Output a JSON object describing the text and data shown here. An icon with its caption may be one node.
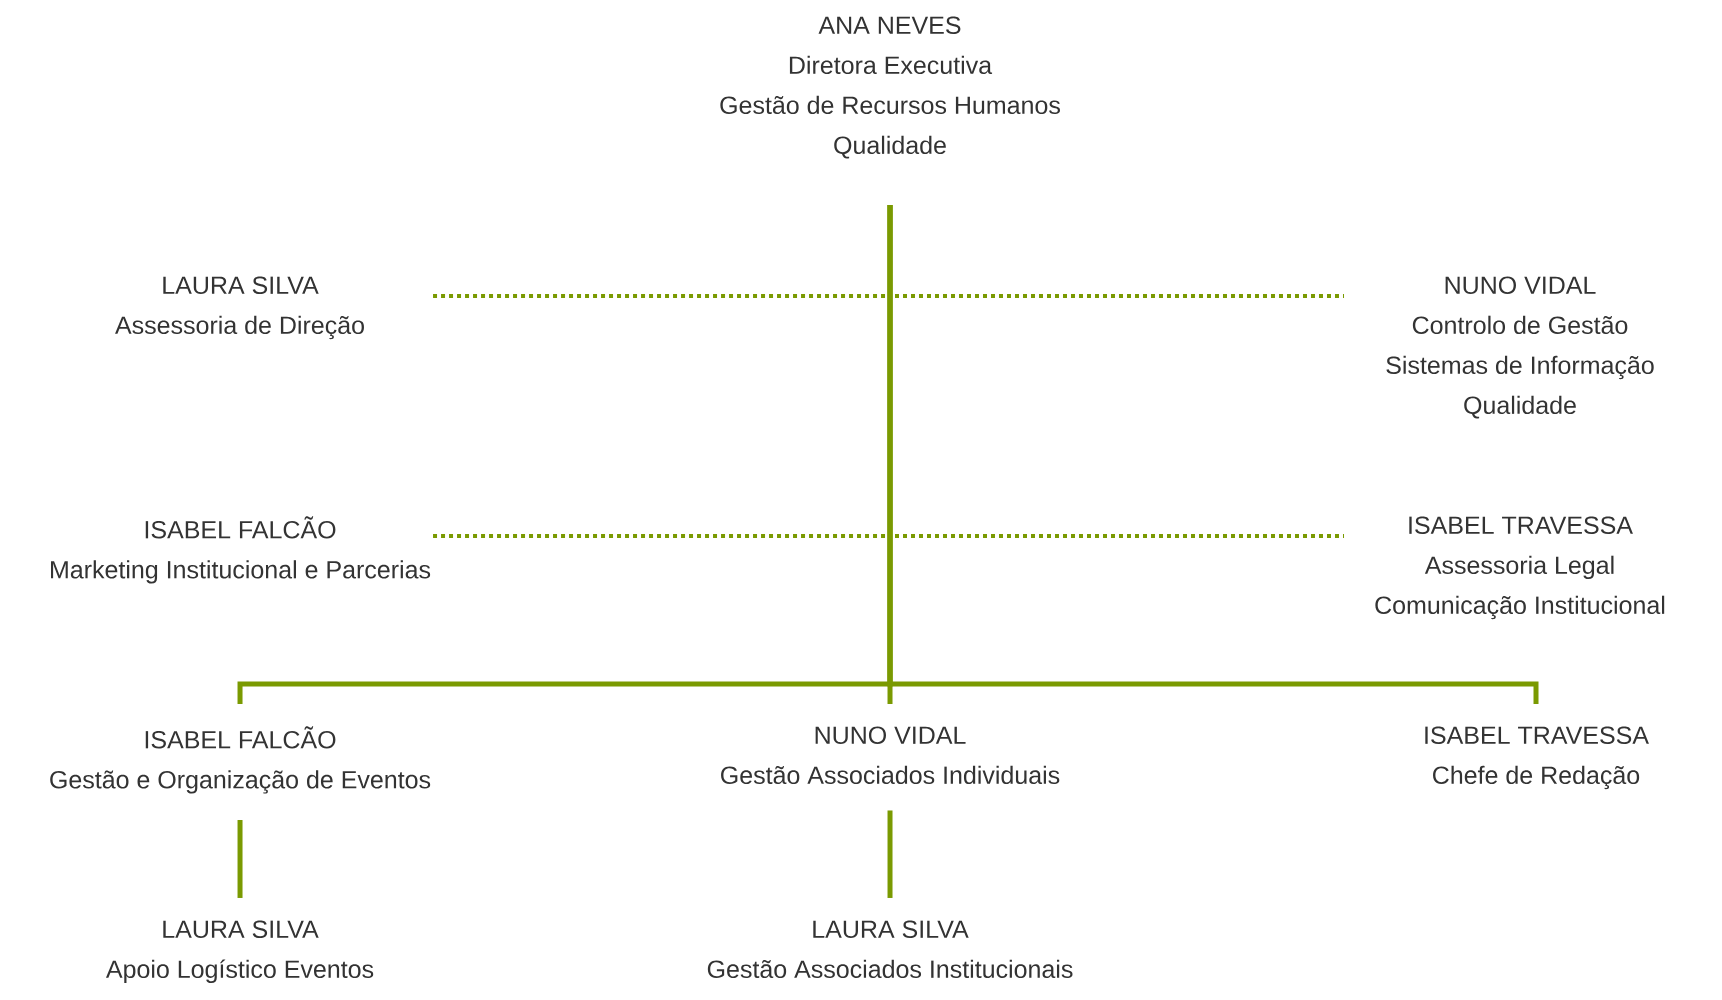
{
  "diagram": {
    "nodes": [
      {
        "text": [
          "ANA NEVES",
          "Diretora Executiva",
          "Gestão de Recursos Humanos",
          "Qualidade"
        ]
      },
      {
        "text": [
          "LAURA SILVA",
          "Assessoria de Direção"
        ]
      },
      {
        "text": [
          "NUNO VIDAL",
          "Controlo de Gestão",
          "Sistemas de Informação",
          "Qualidade"
        ]
      },
      {
        "text": [
          "ISABEL FALCÃO",
          "Marketing Institucional e Parcerias"
        ]
      },
      {
        "text": [
          "ISABEL TRAVESSA",
          "Assessoria Legal",
          "Comunicação Institucional"
        ]
      },
      {
        "text": [
          "ISABEL FALCÃO",
          "Gestão e Organização de Eventos"
        ]
      },
      {
        "text": [
          "NUNO VIDAL",
          "Gestão Associados Individuais"
        ]
      },
      {
        "text": [
          "ISABEL TRAVESSA",
          "Chefe de Redação"
        ]
      },
      {
        "text": [
          "LAURA SILVA",
          "Apoio Logístico Eventos"
        ]
      },
      {
        "text": [
          "LAURA SILVA",
          "Gestão Associados Institucionais"
        ]
      }
    ],
    "edges": [
      {
        "from": 0,
        "to": 1,
        "arrow": "none",
        "style": "dashed"
      },
      {
        "from": 0,
        "to": 2,
        "arrow": "none",
        "style": "dashed"
      },
      {
        "from": 0,
        "to": 3,
        "arrow": "none",
        "style": "dashed"
      },
      {
        "from": 0,
        "to": 4,
        "arrow": "none",
        "style": "dashed"
      },
      {
        "from": 0,
        "to": 5,
        "arrow": "none"
      },
      {
        "from": 0,
        "to": 6,
        "arrow": "none"
      },
      {
        "from": 0,
        "to": 7,
        "arrow": "none"
      },
      {
        "from": 5,
        "to": 8,
        "arrow": "none"
      },
      {
        "from": 6,
        "to": 9,
        "arrow": "none"
      }
    ]
  }
}
